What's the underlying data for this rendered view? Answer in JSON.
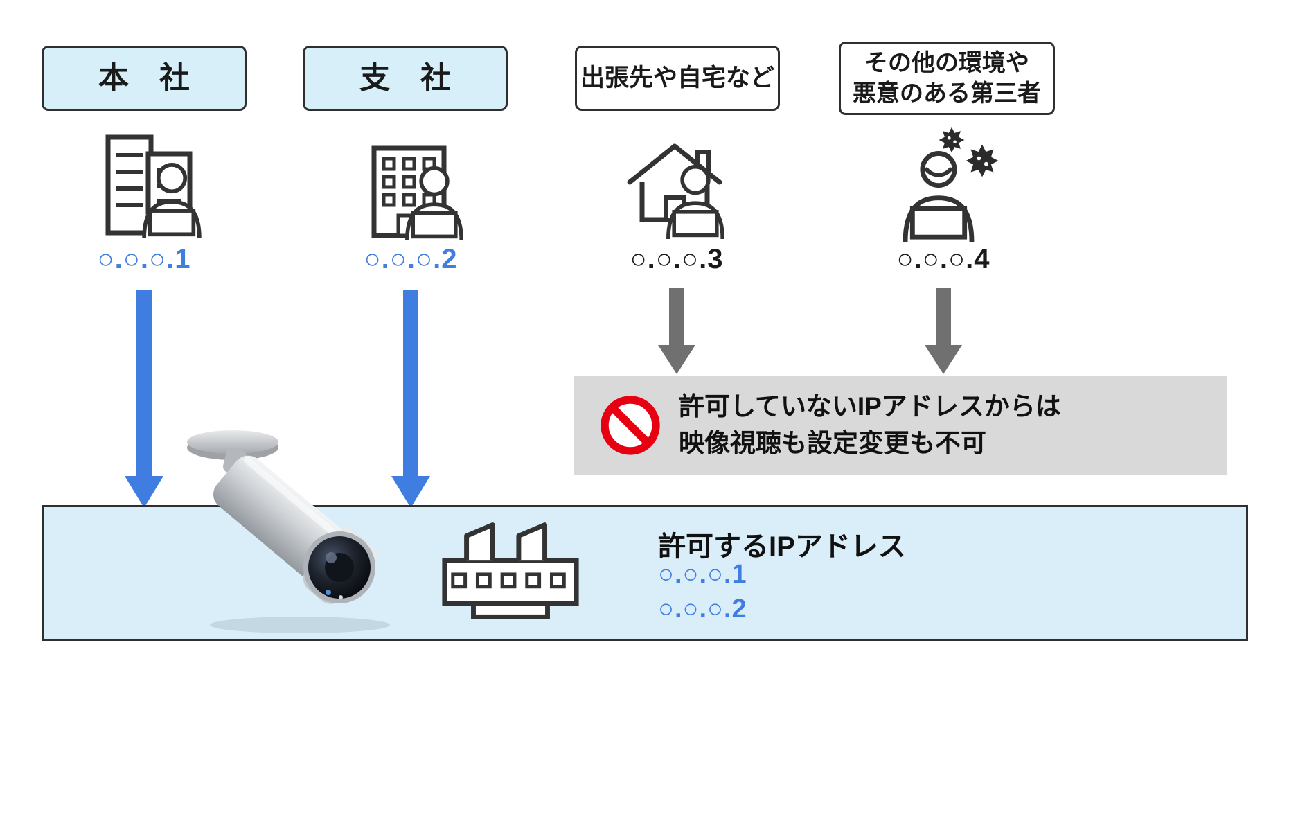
{
  "colors": {
    "accent_blue": "#3f7de0",
    "panel_blue": "#d6eff8",
    "band_blue": "#d9eef8",
    "deny_gray_bg": "#d9d9d9",
    "arrow_gray": "#707070",
    "prohibit_red": "#e60012",
    "outline_dark": "#2f2f2f"
  },
  "sources": [
    {
      "label": "本　社",
      "ip": "○.○.○.1",
      "allowed": true
    },
    {
      "label": "支　社",
      "ip": "○.○.○.2",
      "allowed": true
    },
    {
      "label": "出張先や自宅など",
      "ip": "○.○.○.3",
      "allowed": false
    },
    {
      "label_line1": "その他の環境や",
      "label_line2": "悪意のある第三者",
      "ip": "○.○.○.4",
      "allowed": false
    }
  ],
  "deny_notice": {
    "line1": "許可していないIPアドレスからは",
    "line2": "映像視聴も設定変更も不可"
  },
  "allow_panel": {
    "title": "許可するIPアドレス",
    "ip1": "○.○.○.1",
    "ip2": "○.○.○.2"
  },
  "icons": [
    "office-building-icon",
    "branch-building-icon",
    "house-icon",
    "person-icon",
    "malicious-person-icon",
    "virus-icon",
    "down-arrow",
    "prohibition-icon",
    "security-camera-image",
    "factory-icon"
  ]
}
